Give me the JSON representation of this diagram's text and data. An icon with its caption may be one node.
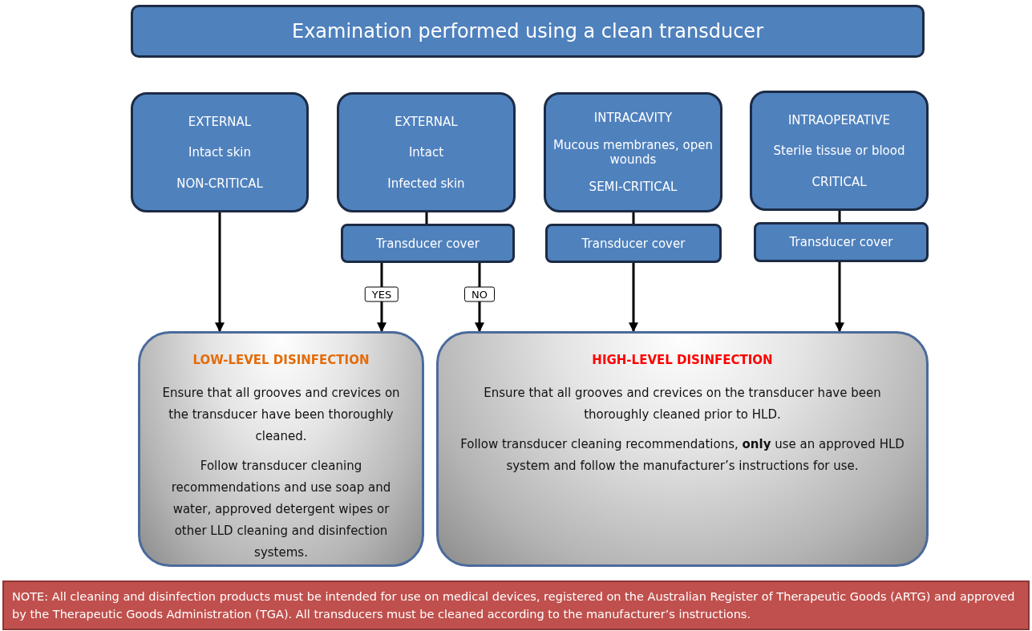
{
  "diagram": {
    "nodes": [
      {
        "text": [
          "Examination performed using a clean transducer"
        ]
      },
      {
        "text": [
          "EXTERNAL",
          "Intact skin",
          "NON-CRITICAL"
        ]
      },
      {
        "text": [
          "EXTERNAL",
          "Intact",
          "Infected skin"
        ]
      },
      {
        "text": [
          "INTRACAVITY",
          "Mucous membranes, open wounds",
          "SEMI-CRITICAL"
        ]
      },
      {
        "text": [
          "INTRAOPERATIVE",
          "Sterile tissue or blood",
          "CRITICAL"
        ]
      },
      {
        "text": [
          "Transducer cover"
        ]
      },
      {
        "text": [
          "Transducer cover"
        ]
      },
      {
        "text": [
          "Transducer cover"
        ]
      },
      {
        "text": [
          "LOW-LEVEL DISINFECTION",
          "Ensure that all grooves and crevices on the transducer have been thoroughly cleaned.",
          "Follow transducer cleaning recommendations and use soap and water, approved detergent wipes or other LLD cleaning and disinfection systems."
        ]
      },
      {
        "text": [
          "HIGH-LEVEL DISINFECTION",
          "Ensure that all grooves and crevices on the transducer have been thoroughly cleaned prior to HLD.",
          "Follow transducer cleaning recommendations, **only** use an approved HLD system and follow the manufacturer’s instructions for use."
        ]
      },
      {
        "text": [
          "NOTE: All cleaning and disinfection products must be intended for use on medical devices, registered on the Australian Register of Therapeutic Goods (ARTG) and approved by the Therapeutic Goods Administration (TGA). All transducers must be cleaned according to the manufacturer’s instructions."
        ]
      }
    ],
    "edges": [
      {
        "from": 1,
        "to": 8,
        "arrow": "to"
      },
      {
        "from": 2,
        "to": 5,
        "arrow": "none"
      },
      {
        "from": 3,
        "to": 6,
        "arrow": "none"
      },
      {
        "from": 4,
        "to": 7,
        "arrow": "none"
      },
      {
        "from": 5,
        "to": 8,
        "arrow": "to",
        "label": "YES"
      },
      {
        "from": 5,
        "to": 9,
        "arrow": "to",
        "label": "NO"
      },
      {
        "from": 6,
        "to": 9,
        "arrow": "to"
      },
      {
        "from": 7,
        "to": 9,
        "arrow": "to"
      }
    ]
  }
}
